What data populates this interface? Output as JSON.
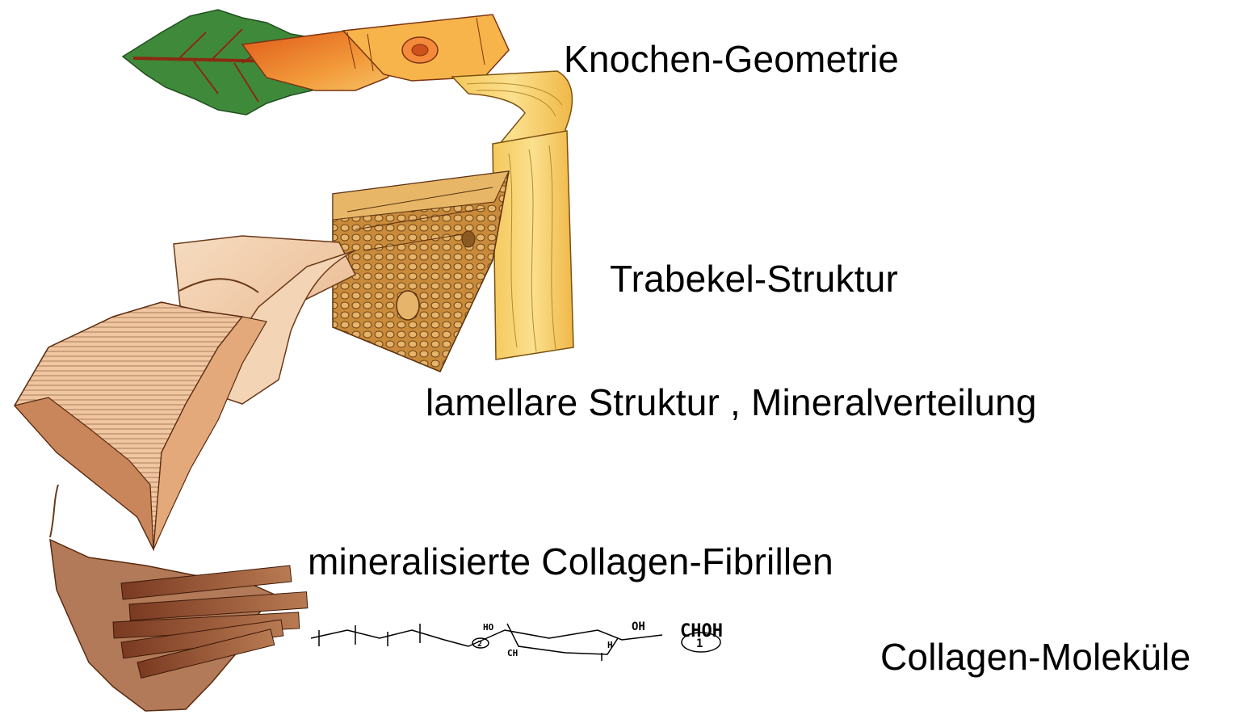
{
  "levels": [
    {
      "label": "Knochen-Geometrie"
    },
    {
      "label": "Trabekel-Struktur"
    },
    {
      "label": "lamellare Struktur , Mineralverteilung"
    },
    {
      "label": "mineralisierte Collagen-Fibrillen"
    },
    {
      "label": "Collagen-Moleküle"
    }
  ],
  "molecule": {
    "groups": [
      "OH",
      "CHOH",
      "HO",
      "H",
      "CH",
      "1",
      "2"
    ]
  },
  "colors": {
    "leaf": "#3f8a3a",
    "bone_orange": "#f08a2c",
    "bone_yellow": "#f4c55a",
    "wood_light": "#f9db8a",
    "trabecular": "#c98b3a",
    "lamella": "#f2c9a1",
    "lamella_dark": "#b6784a",
    "fibril": "#8c4a2a",
    "fibril_light": "#c98a5e"
  }
}
